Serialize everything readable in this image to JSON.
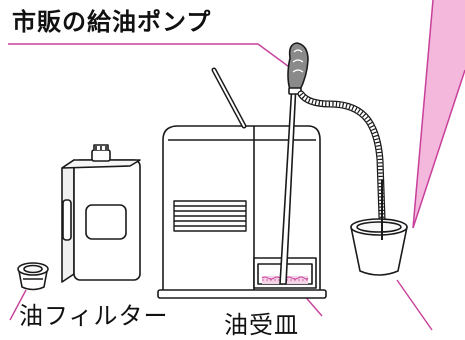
{
  "labels": {
    "pump": "市販の給油ポンプ",
    "filter": "油フィルター",
    "tray": "油受皿"
  },
  "colors": {
    "line": "#1a1a1a",
    "callout_pink": "#f3b8dc",
    "callout_line": "#c8409a",
    "pump_bulb": "#888888",
    "heater_body": "#ffffff"
  }
}
